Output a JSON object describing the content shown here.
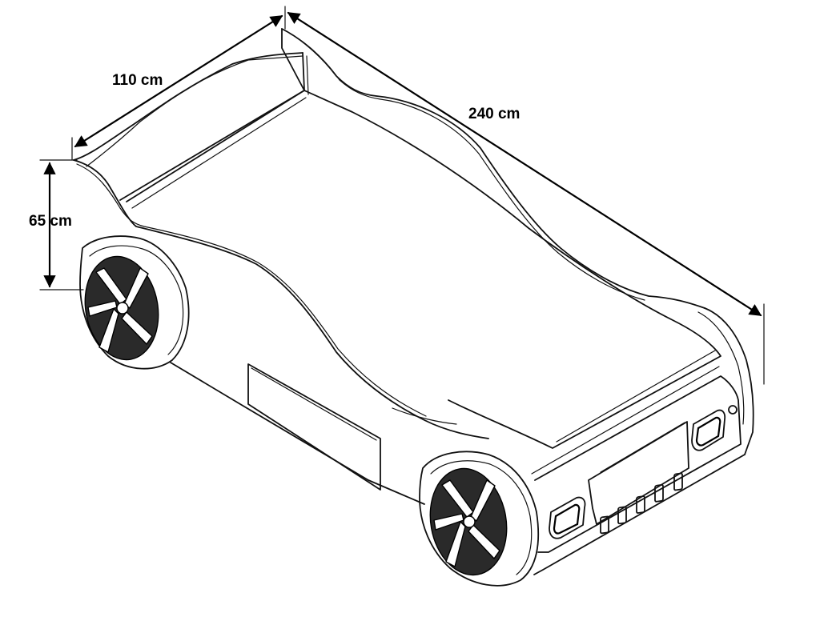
{
  "dimensions": {
    "width_label": "110 cm",
    "length_label": "240 cm",
    "height_label": "65 cm"
  },
  "colors": {
    "line": "#111111",
    "background": "#ffffff",
    "wheel_fill": "#2a2a2a"
  }
}
